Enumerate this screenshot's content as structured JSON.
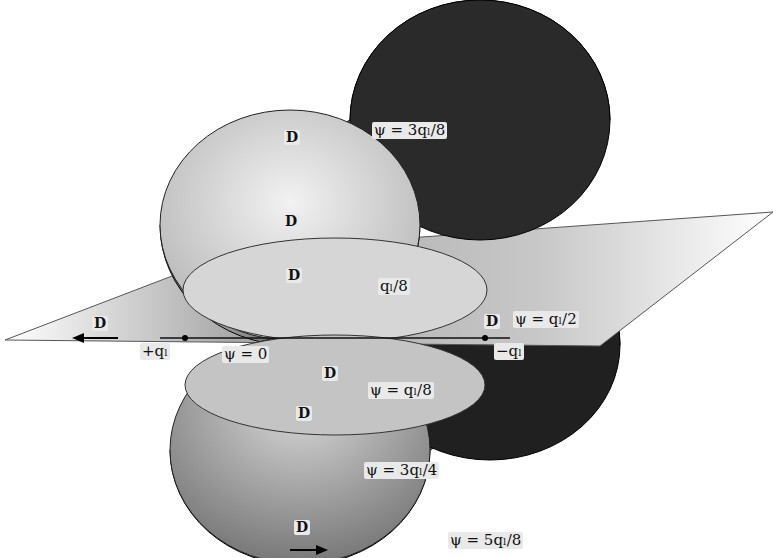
{
  "diagram": {
    "labels": [
      "D",
      "ψ = 3qₗ/8",
      "D",
      "D",
      "qₗ/8",
      "D",
      "ψ = 0",
      "D",
      "ψ = qₗ/2",
      "+qₗ",
      "−qₗ",
      "D",
      "ψ = qₗ/8",
      "D",
      "ψ = 3qₗ/4",
      "D",
      "ψ = 5qₗ/8"
    ]
  }
}
